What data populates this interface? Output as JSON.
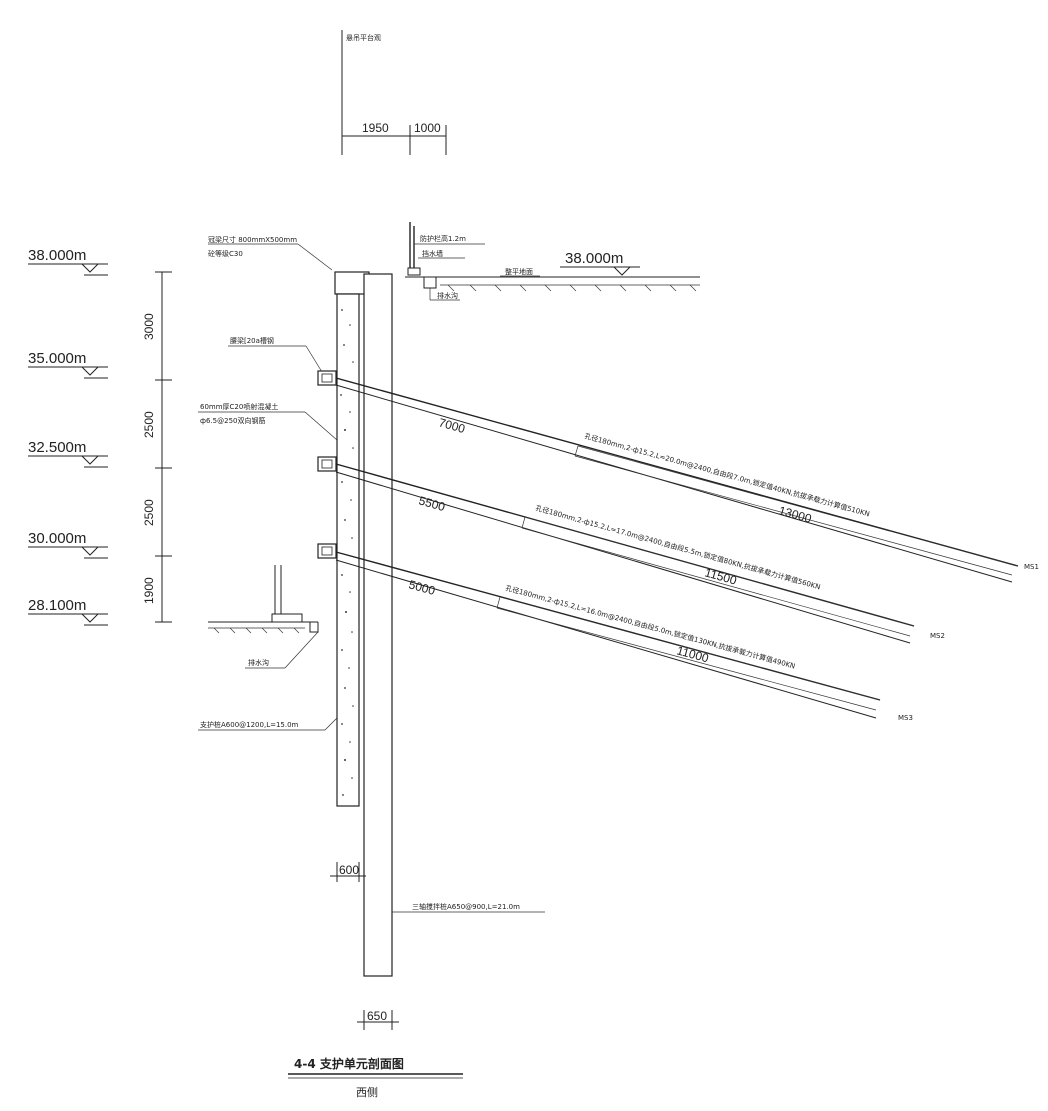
{
  "top_detail": {
    "label": "悬吊平台观",
    "dims": [
      "1950",
      "1000"
    ]
  },
  "elevations": [
    {
      "label": "38.000m",
      "y": 38.0
    },
    {
      "label": "35.000m",
      "y": 35.0
    },
    {
      "label": "32.500m",
      "y": 32.5
    },
    {
      "label": "30.000m",
      "y": 30.0
    },
    {
      "label": "28.100m",
      "y": 28.1
    }
  ],
  "ground_elevation": "38.000m",
  "vertical_dims": [
    "3000",
    "2500",
    "2500",
    "1900"
  ],
  "notes": {
    "crown_beam": "冠梁尺寸 800mmX500mm",
    "crown_beam_concrete": "砼等级C30",
    "guard_rail": "防护栏高1.2m",
    "ground_label": "整平地面",
    "drain_top": "排水沟",
    "drain_top2": "挡水墙",
    "waler": "腰梁[20a槽钢",
    "shotcrete": "60mm厚C20喷射混凝土",
    "mesh": "ф6.5@250双向钢筋",
    "drain_bottom": "排水沟",
    "support_pile": "支护桩A600@1200,L=15.0m",
    "mixing_pile": "三轴搅拌桩A650@900,L=21.0m"
  },
  "anchors": [
    {
      "id": "MS1",
      "free": "7000",
      "bond": "13000",
      "spec": "孔径180mm,2-ф15.2,L=20.0m@2400,自由段7.0m,锁定值40KN,抗拔承载力计算值510KN"
    },
    {
      "id": "MS2",
      "free": "5500",
      "bond": "11500",
      "spec": "孔径180mm,2-ф15.2,L=17.0m@2400,自由段5.5m,锁定值80KN,抗拔承载力计算值560KN"
    },
    {
      "id": "MS3",
      "free": "5000",
      "bond": "11000",
      "spec": "孔径180mm,2-ф15.2,L=16.0m@2400,自由段5.0m,锁定值130KN,抗拔承载力计算值490KN"
    }
  ],
  "pile_dims": {
    "support": "600",
    "mixing": "650"
  },
  "title": "4-4 支护单元剖面图",
  "subtitle": "西侧"
}
